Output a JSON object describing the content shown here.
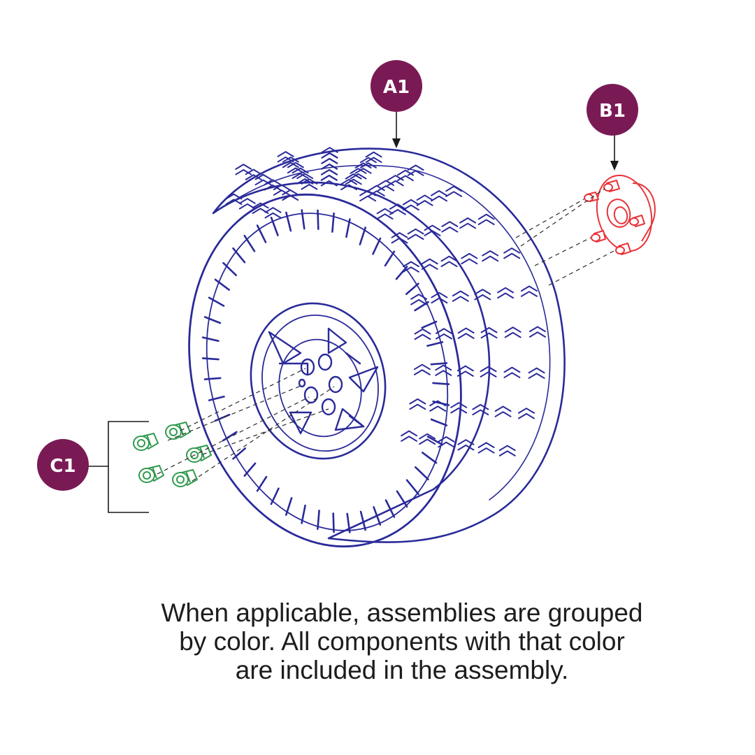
{
  "callouts": {
    "a1": "A1",
    "b1": "B1",
    "c1": "C1"
  },
  "caption": {
    "line1": "When applicable, assemblies are grouped",
    "line2": "by color. All components with that color",
    "line3": "are included in the assembly."
  },
  "colors": {
    "callout_fill": "#7a1a55",
    "wheel_assembly": "#2a2a9a",
    "hub_assembly": "#e8343a",
    "nut_assembly": "#2f9a4e",
    "leader_line": "#1a1a1a"
  },
  "icons": {
    "a1": "wheel-tire-icon",
    "b1": "hub-icon",
    "c1": "lug-nut-icon"
  }
}
